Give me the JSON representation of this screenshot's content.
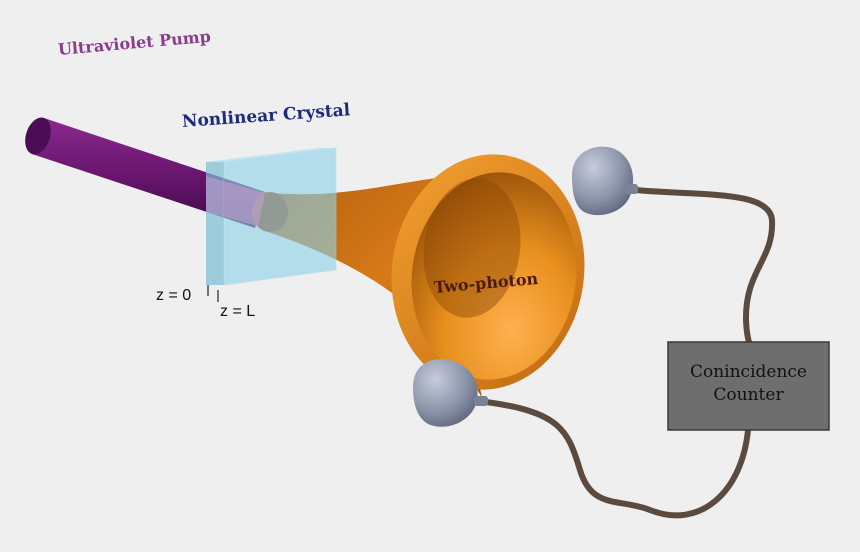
{
  "labels": {
    "pump": "Ultraviolet Pump",
    "crystal": "Nonlinear Crystal",
    "cone": "Two-photon",
    "z0": "z = 0",
    "zL": "z = L",
    "counter_line1": "Conincidence",
    "counter_line2": "Counter"
  },
  "colors": {
    "background": "#efefef",
    "pump_beam": "#6a1670",
    "pump_text": "#8b3a8f",
    "crystal_face": "#8fd3e8",
    "crystal_text": "#1f2a7a",
    "cone": "#e0821a",
    "cone_text": "#4a1a10",
    "detector": "#8a93a8",
    "cable": "#5b4a3e",
    "counter_box": "#6e6e6e"
  }
}
